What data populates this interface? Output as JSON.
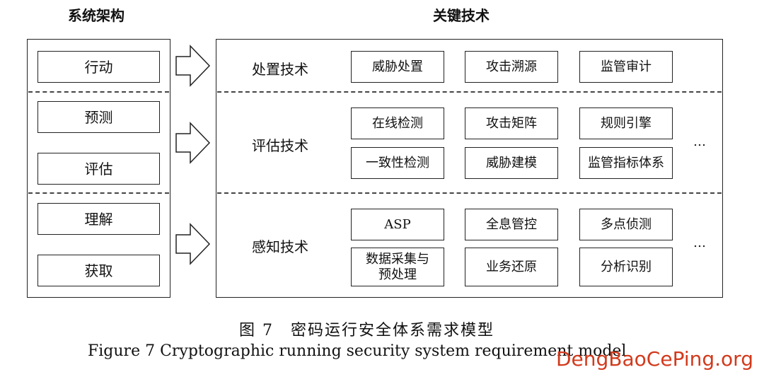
{
  "headers": {
    "left": "系统架构",
    "right": "关键技术"
  },
  "left_column": [
    "行动",
    "预测",
    "评估",
    "理解",
    "获取"
  ],
  "rows": [
    {
      "label": "处置技术",
      "boxes": [
        "威胁处置",
        "攻击溯源",
        "监管审计"
      ],
      "ellipsis": ""
    },
    {
      "label": "评估技术",
      "boxes": [
        "在线检测",
        "攻击矩阵",
        "规则引擎",
        "一致性检测",
        "威胁建模",
        "监管指标体系"
      ],
      "ellipsis": "…"
    },
    {
      "label": "感知技术",
      "boxes": [
        "ASP",
        "全息管控",
        "多点侦测",
        "数据采集与\n预处理",
        "业务还原",
        "分析识别"
      ],
      "ellipsis": "…"
    }
  ],
  "caption": {
    "cn": "图 7　密码运行安全体系需求模型",
    "en": "Figure 7  Cryptographic running security system requirement model"
  },
  "watermark": "DengBaoCePing.org"
}
